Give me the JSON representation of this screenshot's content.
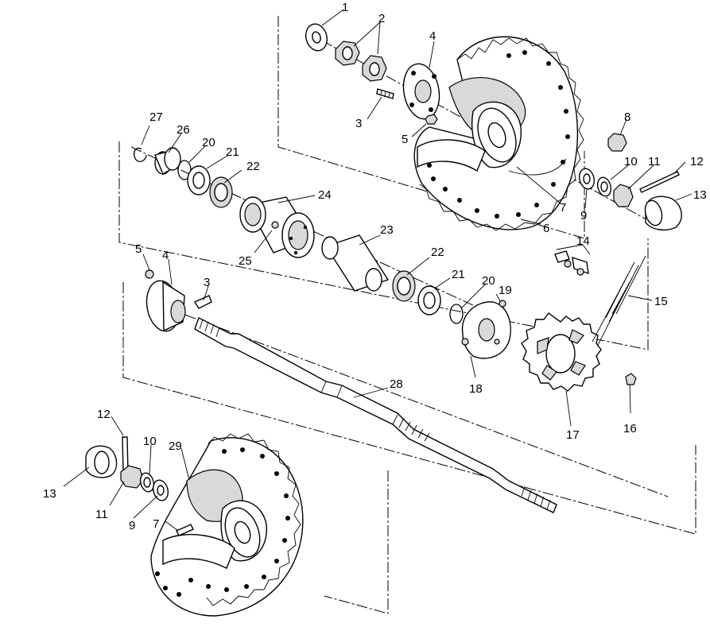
{
  "callouts": [
    {
      "id": "c1",
      "text": "1"
    },
    {
      "id": "c2",
      "text": "2"
    },
    {
      "id": "c3a",
      "text": "3"
    },
    {
      "id": "c4a",
      "text": "4"
    },
    {
      "id": "c5a",
      "text": "5"
    },
    {
      "id": "c6",
      "text": "6"
    },
    {
      "id": "c7a",
      "text": "7"
    },
    {
      "id": "c8",
      "text": "8"
    },
    {
      "id": "c9a",
      "text": "9"
    },
    {
      "id": "c10a",
      "text": "10"
    },
    {
      "id": "c11a",
      "text": "11"
    },
    {
      "id": "c12a",
      "text": "12"
    },
    {
      "id": "c13a",
      "text": "13"
    },
    {
      "id": "c14",
      "text": "14"
    },
    {
      "id": "c15",
      "text": "15"
    },
    {
      "id": "c16",
      "text": "16"
    },
    {
      "id": "c17",
      "text": "17"
    },
    {
      "id": "c18",
      "text": "18"
    },
    {
      "id": "c19",
      "text": "19"
    },
    {
      "id": "c20a",
      "text": "20"
    },
    {
      "id": "c20b",
      "text": "20"
    },
    {
      "id": "c21a",
      "text": "21"
    },
    {
      "id": "c21b",
      "text": "21"
    },
    {
      "id": "c22a",
      "text": "22"
    },
    {
      "id": "c22b",
      "text": "22"
    },
    {
      "id": "c23",
      "text": "23"
    },
    {
      "id": "c24",
      "text": "24"
    },
    {
      "id": "c25",
      "text": "25"
    },
    {
      "id": "c26",
      "text": "26"
    },
    {
      "id": "c27",
      "text": "27"
    },
    {
      "id": "c28",
      "text": "28"
    },
    {
      "id": "c5b",
      "text": "5"
    },
    {
      "id": "c4b",
      "text": "4"
    },
    {
      "id": "c3b",
      "text": "3"
    },
    {
      "id": "c12b",
      "text": "12"
    },
    {
      "id": "c10b",
      "text": "10"
    },
    {
      "id": "c29",
      "text": "29"
    },
    {
      "id": "c13b",
      "text": "13"
    },
    {
      "id": "c11b",
      "text": "11"
    },
    {
      "id": "c9b",
      "text": "9"
    },
    {
      "id": "c7b",
      "text": "7"
    }
  ]
}
